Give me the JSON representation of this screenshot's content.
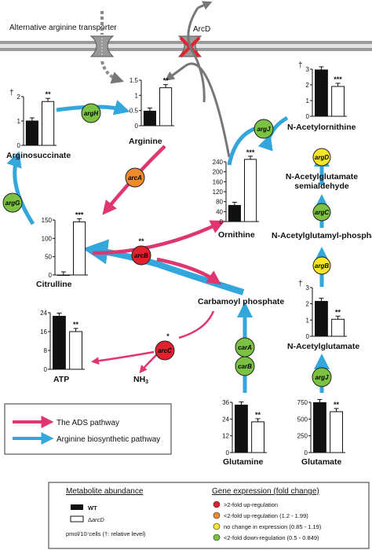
{
  "membrane": {
    "transporter_label": "Alternative arginine transporter",
    "arcd_label": "ArcD"
  },
  "metabolites": {
    "arginosuccinate": "Arginosuccinate",
    "arginine": "Arginine",
    "citrulline": "Citrulline",
    "ornithine": "Ornithine",
    "carbamoyl_phosphate": "Carbamoyl phosphate",
    "atp": "ATP",
    "nh3": "NH",
    "nh3_sub": "3",
    "glutamine": "Glutamine",
    "glutamate": "Glutamate",
    "n_acetylornithine": "N-Acetylornithine",
    "n_acetylglutamate_semialdehyde_1": "N-Acetylglutamate",
    "n_acetylglutamate_semialdehyde_2": "semialdehyde",
    "n_acetylglutamyl_phosphate": "N-Acetylglutamyl-phosphate",
    "n_acetylglutamate": "N-Acetylglutamate"
  },
  "genes": [
    {
      "id": "argH",
      "label": "argH",
      "color": "green"
    },
    {
      "id": "arcA",
      "label": "arcA",
      "color": "orange"
    },
    {
      "id": "argG",
      "label": "argG",
      "color": "green"
    },
    {
      "id": "arcB",
      "label": "arcB",
      "color": "red"
    },
    {
      "id": "arcC",
      "label": "arcC",
      "color": "red"
    },
    {
      "id": "carA",
      "label": "carA",
      "color": "green"
    },
    {
      "id": "carB",
      "label": "carB",
      "color": "green"
    },
    {
      "id": "argJ_top",
      "label": "argJ",
      "color": "green"
    },
    {
      "id": "argD",
      "label": "argD",
      "color": "yellow"
    },
    {
      "id": "argC",
      "label": "argC",
      "color": "green"
    },
    {
      "id": "argB",
      "label": "argB",
      "color": "yellow"
    },
    {
      "id": "argJ_bottom",
      "label": "argJ",
      "color": "green"
    }
  ],
  "significance": {
    "argH": "",
    "arcA": "",
    "argG": "",
    "arcB": "**",
    "arcC": "*"
  },
  "chart_data": [
    {
      "type": "bar",
      "name": "Arginosuccinate",
      "categories": [
        "WT",
        "ΔarcD"
      ],
      "values": [
        1.0,
        1.8
      ],
      "ylim": [
        0,
        2
      ],
      "yticks": [
        "0",
        "1",
        "2"
      ],
      "y_marker": "†",
      "significance": "**"
    },
    {
      "type": "bar",
      "name": "Arginine",
      "categories": [
        "WT",
        "ΔarcD"
      ],
      "values": [
        0.48,
        1.25
      ],
      "ylim": [
        0,
        1.5
      ],
      "yticks": [
        "0",
        "0.5",
        "1",
        "1.5"
      ],
      "significance": "**"
    },
    {
      "type": "bar",
      "name": "Citrulline",
      "categories": [
        "WT",
        "ΔarcD"
      ],
      "values": [
        0,
        145
      ],
      "ylim": [
        0,
        150
      ],
      "yticks": [
        "0",
        "50",
        "100",
        "150"
      ],
      "significance": "***"
    },
    {
      "type": "bar",
      "name": "Ornithine",
      "categories": [
        "WT",
        "ΔarcD"
      ],
      "values": [
        65,
        250
      ],
      "ylim": [
        0,
        240
      ],
      "yticks": [
        "0",
        "40",
        "80",
        "120",
        "160",
        "200",
        "240"
      ],
      "significance": "***"
    },
    {
      "type": "bar",
      "name": "ATP",
      "categories": [
        "WT",
        "ΔarcD"
      ],
      "values": [
        22.5,
        16
      ],
      "ylim": [
        0,
        24
      ],
      "yticks": [
        "0",
        "8",
        "16",
        "24"
      ],
      "significance": "**"
    },
    {
      "type": "bar",
      "name": "Glutamine",
      "categories": [
        "WT",
        "ΔarcD"
      ],
      "values": [
        34,
        22
      ],
      "ylim": [
        0,
        36
      ],
      "yticks": [
        "0",
        "12",
        "24",
        "36"
      ],
      "significance": "**"
    },
    {
      "type": "bar",
      "name": "Glutamate",
      "categories": [
        "WT",
        "ΔarcD"
      ],
      "values": [
        745,
        610
      ],
      "ylim": [
        0,
        750
      ],
      "yticks": [
        "0",
        "250",
        "500",
        "750"
      ],
      "significance": "**"
    },
    {
      "type": "bar",
      "name": "N-Acetylornithine",
      "categories": [
        "WT",
        "ΔarcD"
      ],
      "values": [
        2.95,
        1.9
      ],
      "ylim": [
        0,
        3
      ],
      "yticks": [
        "0",
        "1",
        "2",
        "3"
      ],
      "y_marker": "†",
      "significance": "***"
    },
    {
      "type": "bar",
      "name": "N-Acetylglutamate",
      "categories": [
        "WT",
        "ΔarcD"
      ],
      "values": [
        2.15,
        1.05
      ],
      "ylim": [
        0,
        3
      ],
      "yticks": [
        "0",
        "1",
        "2",
        "3"
      ],
      "y_marker": "†",
      "significance": "**"
    }
  ],
  "pathway_legend": {
    "ads": "The ADS pathway",
    "arginine": "Arginine biosynthetic pathway"
  },
  "bottom_legend": {
    "metabolite_title": "Metabolite abundance",
    "wt": "WT",
    "arcd_prefix": "Δ",
    "arcd": "arcD",
    "units": "pmol/10⁷cells (†: relative level)",
    "gene_title": "Gene expression (fold change)",
    "items": [
      {
        "color": "#e3202d",
        "label": ">2-fold up-regulation"
      },
      {
        "color": "#f08a2c",
        "label": "<2-fold up-regulation (1.2 - 1.99)"
      },
      {
        "color": "#f5e62a",
        "label": "no change in expression (0.85 - 1.19)"
      },
      {
        "color": "#7cc242",
        "label": "<2-fold down-regulation (0.5 - 0.849)"
      }
    ]
  },
  "colors": {
    "ads_pink": "#e0356f",
    "biosynth_blue": "#33a6dc",
    "red": "#e3202d",
    "orange": "#f08a2c",
    "yellow": "#f5e62a",
    "green": "#7cc242",
    "membrane": "#9a9a9a"
  }
}
